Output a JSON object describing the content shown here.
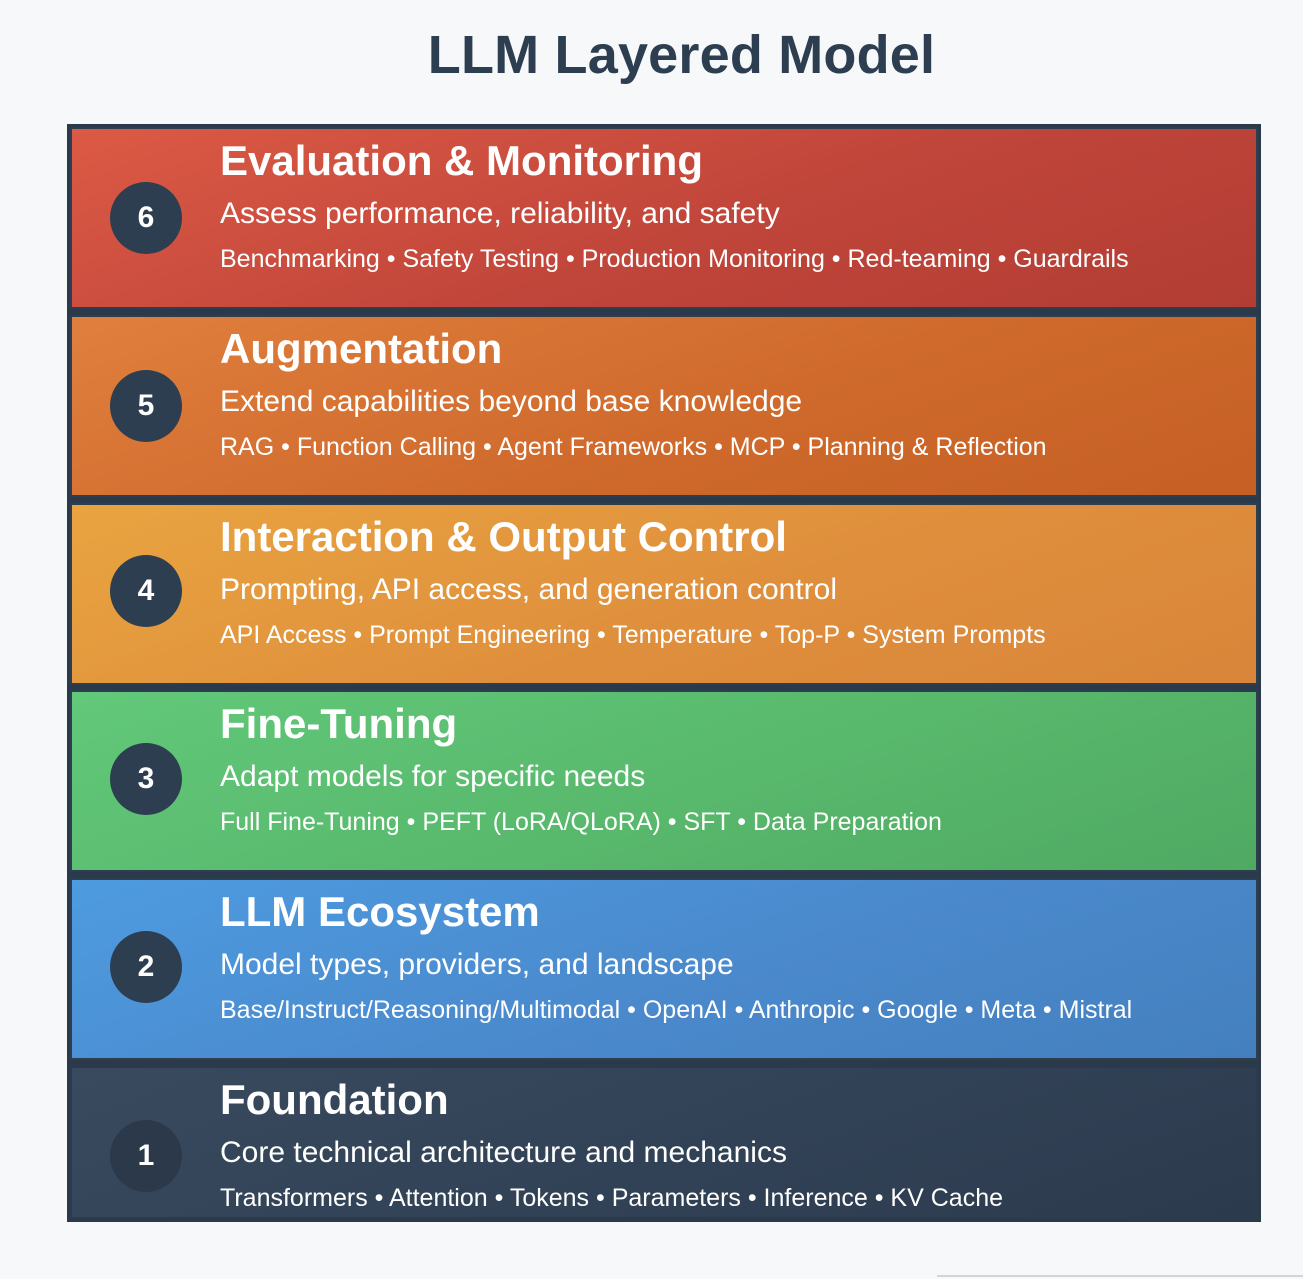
{
  "title": "LLM Layered Model",
  "layers": [
    {
      "number": "6",
      "title": "Evaluation & Monitoring",
      "subtitle": "Assess performance, reliability, and safety",
      "items": "Benchmarking • Safety Testing • Production Monitoring • Red-teaming • Guardrails",
      "color": "#c84a3c"
    },
    {
      "number": "5",
      "title": "Augmentation",
      "subtitle": "Extend capabilities beyond base knowledge",
      "items": "RAG • Function Calling • Agent Frameworks • MCP • Planning & Reflection",
      "color": "#d2692b"
    },
    {
      "number": "4",
      "title": "Interaction & Output Control",
      "subtitle": "Prompting, API access, and generation control",
      "items": "API Access • Prompt Engineering • Temperature • Top-P • System Prompts",
      "color": "#e2933c"
    },
    {
      "number": "3",
      "title": "Fine-Tuning",
      "subtitle": "Adapt models for specific needs",
      "items": "Full Fine-Tuning • PEFT (LoRA/QLoRA) • SFT • Data Preparation",
      "color": "#5bbd6f"
    },
    {
      "number": "2",
      "title": "LLM Ecosystem",
      "subtitle": "Model types, providers, and landscape",
      "items": "Base/Instruct/Reasoning/Multimodal • OpenAI • Anthropic • Google • Meta • Mistral",
      "color": "#4a8dd3"
    },
    {
      "number": "1",
      "title": "Foundation",
      "subtitle": "Core technical architecture and mechanics",
      "items": "Transformers • Attention • Tokens • Parameters • Inference • KV Cache",
      "color": "#34445a"
    }
  ]
}
